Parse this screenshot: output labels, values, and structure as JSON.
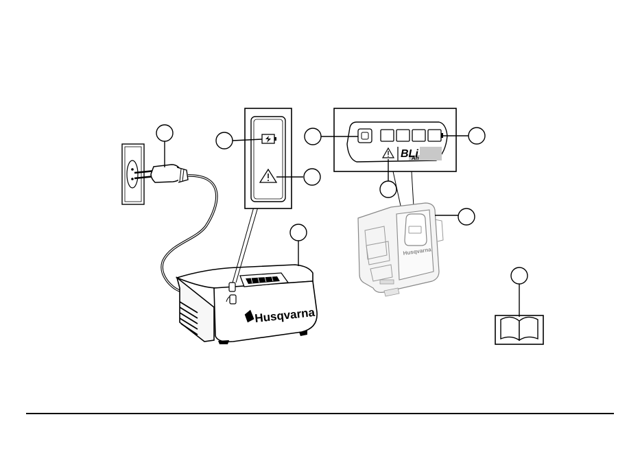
{
  "diagram": {
    "charger_brand": "Husqvarna",
    "battery_brand": "Husqvarna",
    "battery_model": "BLi",
    "battery_sub": "Ah"
  }
}
